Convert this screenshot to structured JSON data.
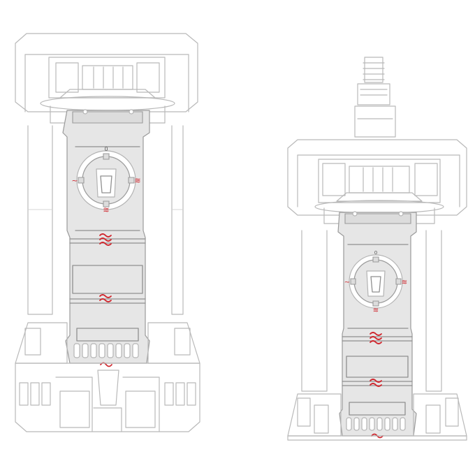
{
  "diagram": {
    "views": [
      {
        "name": "pump-view-without-hose-connector",
        "knob_top_label": "0",
        "knob_left_symbol": "~",
        "knob_right_symbol": "≋",
        "knob_bottom_symbol": "≋"
      },
      {
        "name": "pump-view-with-hose-connector",
        "knob_top_label": "0",
        "knob_left_symbol": "~",
        "knob_right_symbol": "≋",
        "knob_bottom_symbol": "≋"
      }
    ],
    "colors": {
      "outline": "#b9b9b9",
      "panel_fill": "#e6e6e6",
      "wave_marks": "#d0262d"
    },
    "icons": [
      "water-level-wave-icon",
      "single-wave-icon",
      "rotary-knob-icon"
    ]
  }
}
